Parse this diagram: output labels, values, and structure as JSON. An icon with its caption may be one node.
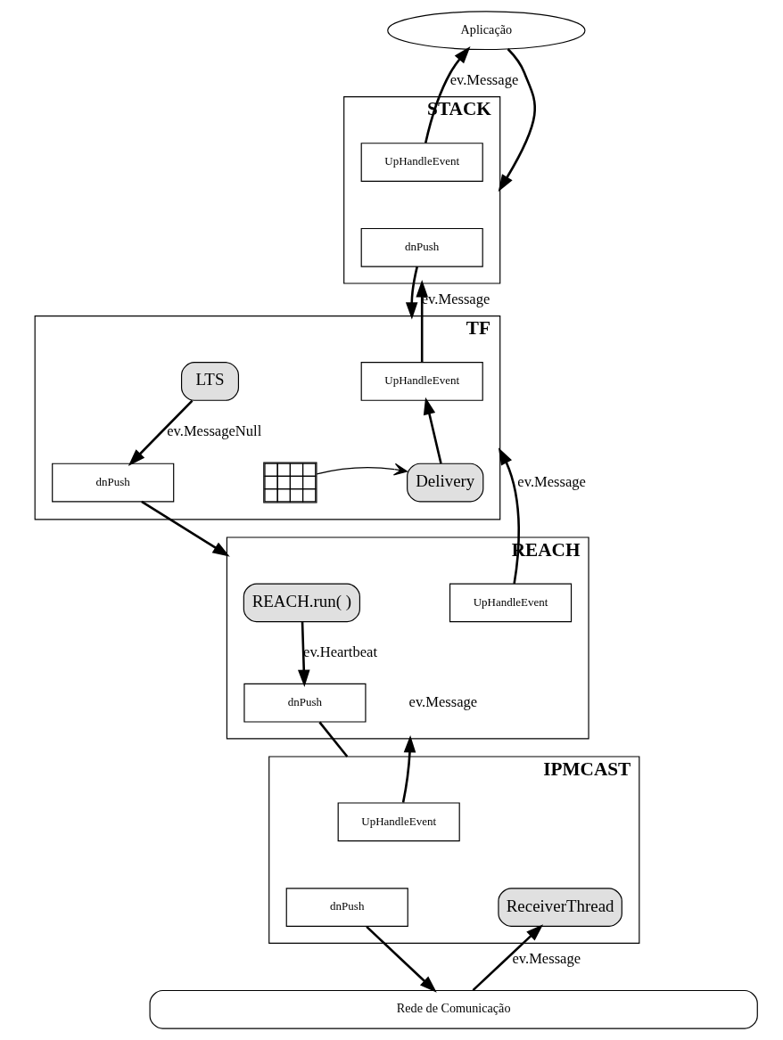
{
  "diagram": {
    "nodes": [
      {
        "text": [
          "Aplicação"
        ]
      },
      {
        "text": [
          "STACK"
        ]
      },
      {
        "text": [
          "UpHandleEvent"
        ],
        "in": 1
      },
      {
        "text": [
          "dnPush"
        ],
        "in": 1
      },
      {
        "text": [
          "TF"
        ]
      },
      {
        "text": [
          "UpHandleEvent"
        ],
        "in": 4
      },
      {
        "text": [
          "LTS"
        ],
        "in": 4
      },
      {
        "text": [
          "dnPush"
        ],
        "in": 4
      },
      {
        "text": [],
        "shape": "box",
        "in": 4
      },
      {
        "text": [
          "Delivery"
        ],
        "in": 4
      },
      {
        "text": [
          "REACH"
        ]
      },
      {
        "text": [
          "REACH.run( )"
        ],
        "in": 10
      },
      {
        "text": [
          "UpHandleEvent"
        ],
        "in": 10
      },
      {
        "text": [
          "dnPush"
        ],
        "in": 10
      },
      {
        "text": [
          "IPMCAST"
        ]
      },
      {
        "text": [
          "UpHandleEvent"
        ],
        "in": 14
      },
      {
        "text": [
          "dnPush"
        ],
        "in": 14
      },
      {
        "text": [
          "ReceiverThread"
        ],
        "in": 14
      },
      {
        "text": [
          "Rede de Comunicação"
        ]
      }
    ],
    "edges": [
      {
        "from": 0,
        "to": 1,
        "arrow": "to"
      },
      {
        "from": 2,
        "to": 0,
        "arrow": "to",
        "label": "ev.Message"
      },
      {
        "from": 3,
        "to": 4,
        "arrow": "to"
      },
      {
        "from": 5,
        "to": 1,
        "arrow": "to",
        "label": "ev.Message"
      },
      {
        "from": 6,
        "to": 7,
        "arrow": "to",
        "label": "ev.MessageNull"
      },
      {
        "from": 9,
        "to": 5,
        "arrow": "to"
      },
      {
        "from": 8,
        "to": 9,
        "arrow": "to"
      },
      {
        "from": 7,
        "to": 10,
        "arrow": "to"
      },
      {
        "from": 12,
        "to": 4,
        "arrow": "to",
        "label": "ev.Message"
      },
      {
        "from": 11,
        "to": 13,
        "arrow": "to",
        "label": "ev.Heartbeat"
      },
      {
        "from": 13,
        "to": 14,
        "arrow": "none"
      },
      {
        "from": 15,
        "to": 10,
        "arrow": "to",
        "label": "ev.Message"
      },
      {
        "from": 16,
        "to": 18,
        "arrow": "to"
      },
      {
        "from": 18,
        "to": 17,
        "arrow": "to",
        "label": "ev.Message"
      }
    ]
  }
}
